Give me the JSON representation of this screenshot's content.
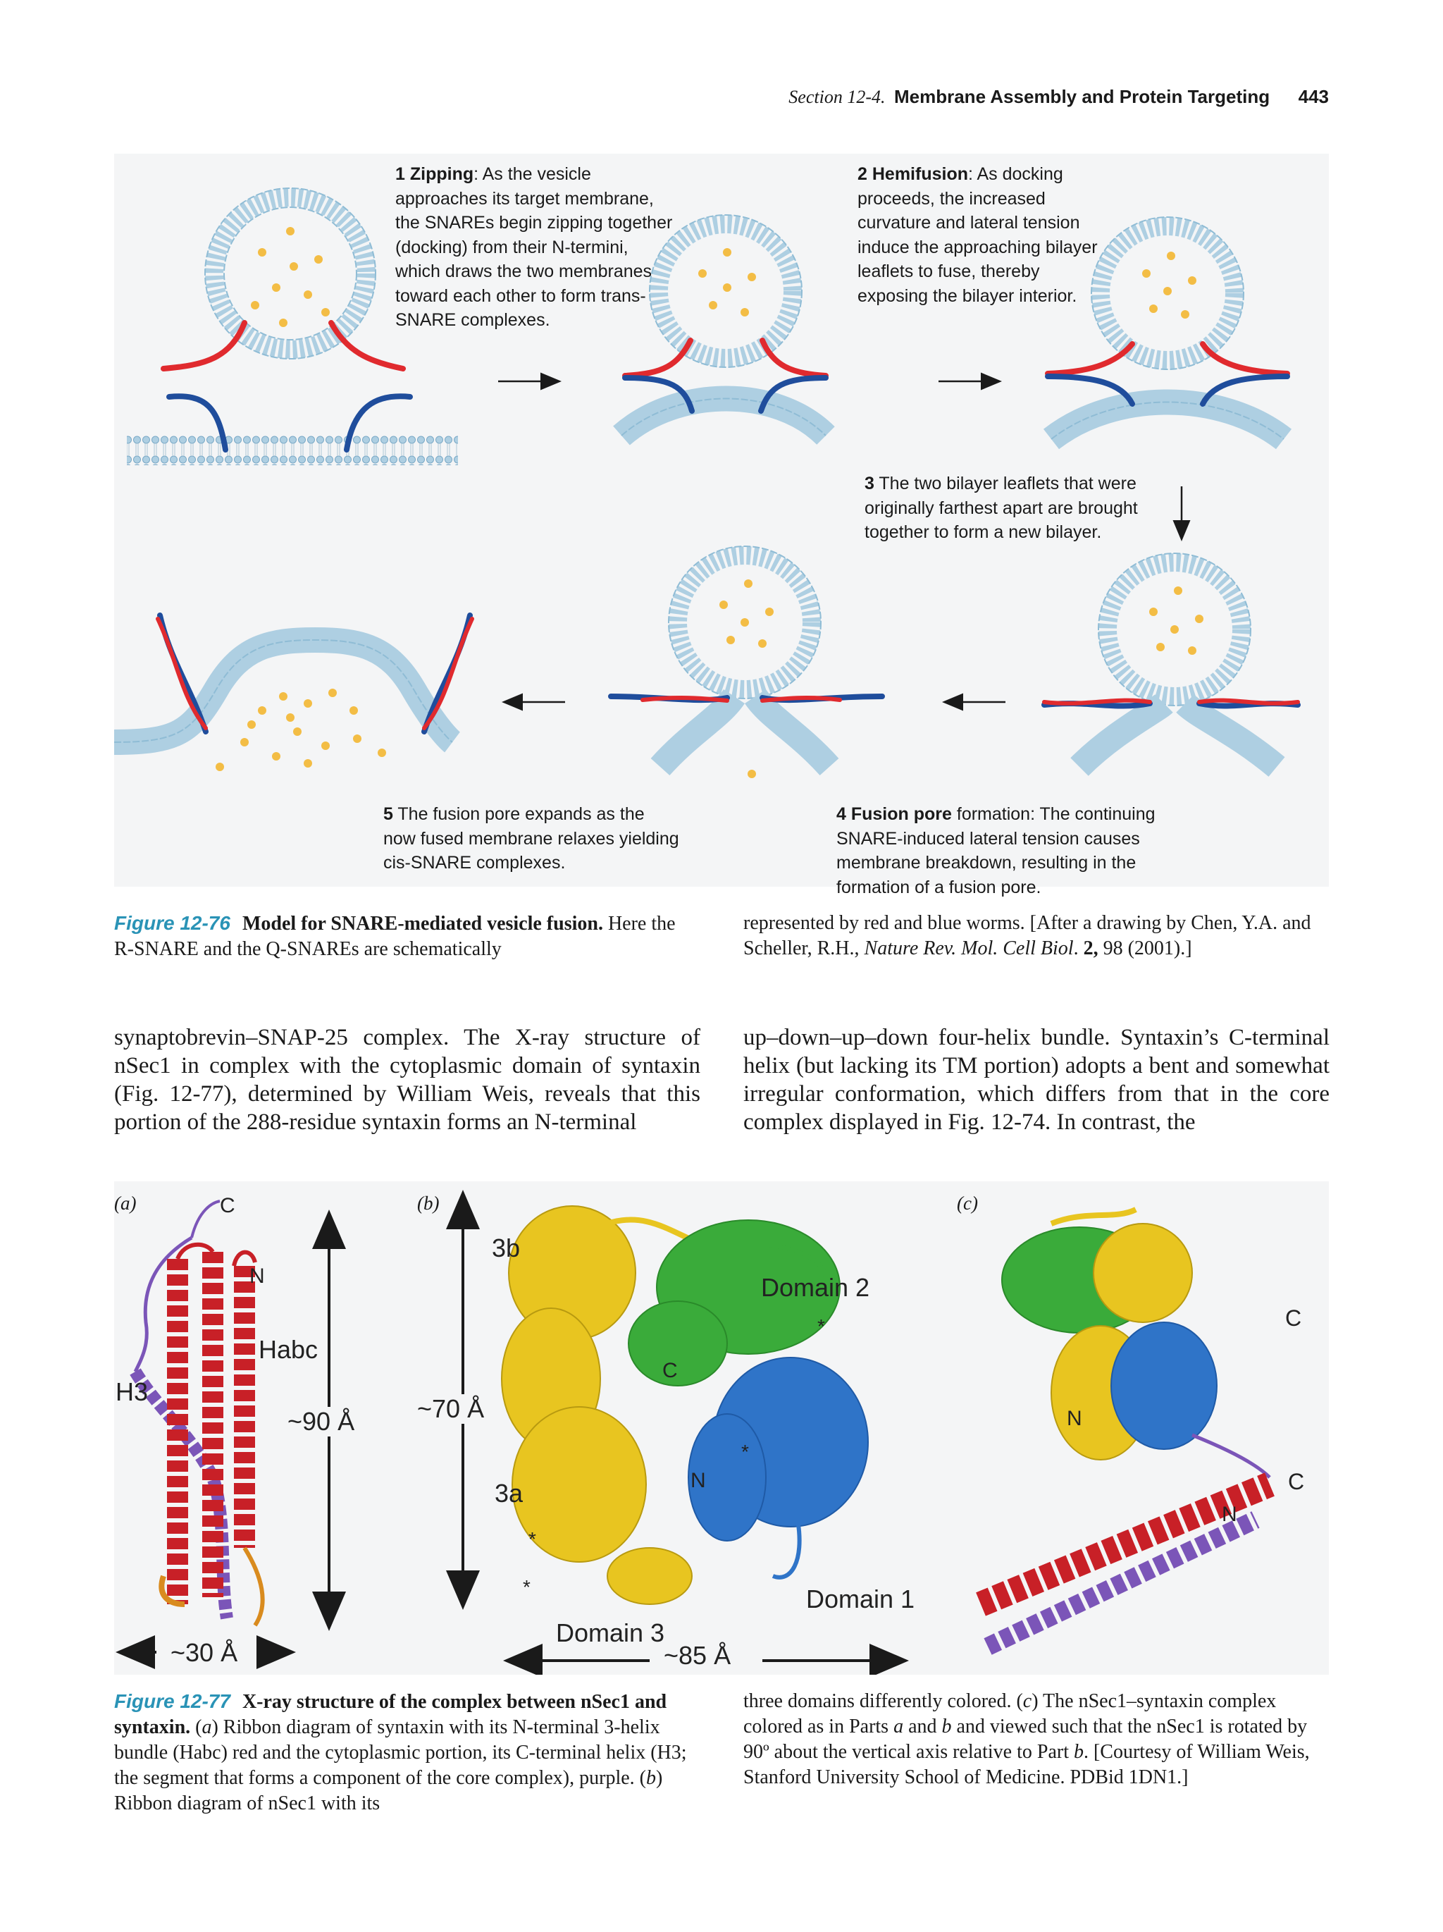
{
  "header": {
    "section": "Section 12-4.",
    "title": "Membrane Assembly and Protein Targeting",
    "page": "443"
  },
  "figure76": {
    "steps": {
      "s1": {
        "num": "1",
        "bold": "Zipping",
        "text": ": As the vesicle approaches its target membrane, the SNAREs begin zipping together (docking) from their N-termini, which draws the two membranes toward each other to form trans-SNARE complexes."
      },
      "s2": {
        "num": "2",
        "bold": "Hemifusion",
        "text": ": As docking proceeds, the increased curvature and lateral tension induce the approaching bilayer leaflets to fuse, thereby exposing the bilayer interior."
      },
      "s3": {
        "num": "3",
        "text": " The two bilayer leaflets that were originally farthest apart are brought together to form a new bilayer."
      },
      "s4": {
        "num": "4",
        "bold": "Fusion pore",
        "text": " formation: The continuing SNARE-induced lateral tension causes membrane breakdown, resulting in the formation of a fusion pore."
      },
      "s5": {
        "num": "5",
        "text": " The fusion pore expands as the now fused membrane relaxes yielding cis-SNARE complexes."
      }
    },
    "caption": {
      "label": "Figure 12-76",
      "title": "Model for SNARE-mediated vesicle fusion.",
      "left": "Here the R-SNARE and the Q-SNAREs are schematically",
      "right_a": "represented by red and blue worms. [After a drawing by Chen, Y.A. and Scheller, R.H., ",
      "right_journal": "Nature Rev. Mol. Cell Biol",
      "right_b": ". ",
      "right_vol": "2,",
      "right_c": " 98 (2001).]"
    }
  },
  "body": {
    "left": "synaptobrevin–SNAP-25 complex. The X-ray structure of nSec1 in complex with the cytoplasmic domain of syntaxin (Fig. 12-77), determined by William Weis, reveals that this portion of the 288-residue syntaxin forms an N-terminal",
    "right": "up–down–up–down four-helix bundle. Syntaxin’s C-terminal helix (but lacking its TM portion) adopts a bent and somewhat irregular conformation, which differs from that in the core complex displayed in Fig. 12-74. In contrast, the"
  },
  "figure77": {
    "panels": {
      "a": "(a)",
      "b": "(b)",
      "c": "(c)"
    },
    "labels": {
      "c_top": "C",
      "n_a": "N",
      "habc": "Habc",
      "h3": "H3",
      "dim90": "~90 Å",
      "dim30": "~30 Å",
      "b3b": "3b",
      "domain2": "Domain 2",
      "c_b": "C",
      "dim70": "~70 Å",
      "b3a": "3a",
      "n_b": "N",
      "domain1": "Domain 1",
      "domain3": "Domain 3",
      "dim85": "~85 Å",
      "star": "*",
      "c_c1": "C",
      "n_c1": "N",
      "c_c2": "C",
      "n_c2": "N"
    },
    "caption": {
      "label": "Figure 12-77",
      "title": "X-ray structure of the complex between nSec1 and syntaxin.",
      "left_1": " (",
      "left_a": "a",
      "left_2": ") Ribbon diagram of syntaxin with its N-terminal 3-helix bundle (Habc) red and the cytoplasmic portion, its C-terminal helix (H3; the segment that forms a component of the core complex), purple. (",
      "left_b": "b",
      "left_3": ") Ribbon diagram of nSec1 with its",
      "right_1": "three domains differently colored. (",
      "right_c": "c",
      "right_2": ") The nSec1–syntaxin complex colored as in Parts ",
      "right_a2": "a",
      "right_3": " and ",
      "right_b2": "b",
      "right_4": " and viewed such that the nSec1 is rotated by 90º about the vertical axis relative to Part ",
      "right_b3": "b",
      "right_5": ". [Courtesy of William Weis, Stanford University School of Medicine. PDBid 1DN1.]"
    }
  },
  "colors": {
    "r_snare": "#e02a2e",
    "q_snare": "#1f4d9c",
    "membrane": "#aecfe2",
    "cargo": "#f3bd45",
    "caption_blue": "#2a93b6"
  }
}
